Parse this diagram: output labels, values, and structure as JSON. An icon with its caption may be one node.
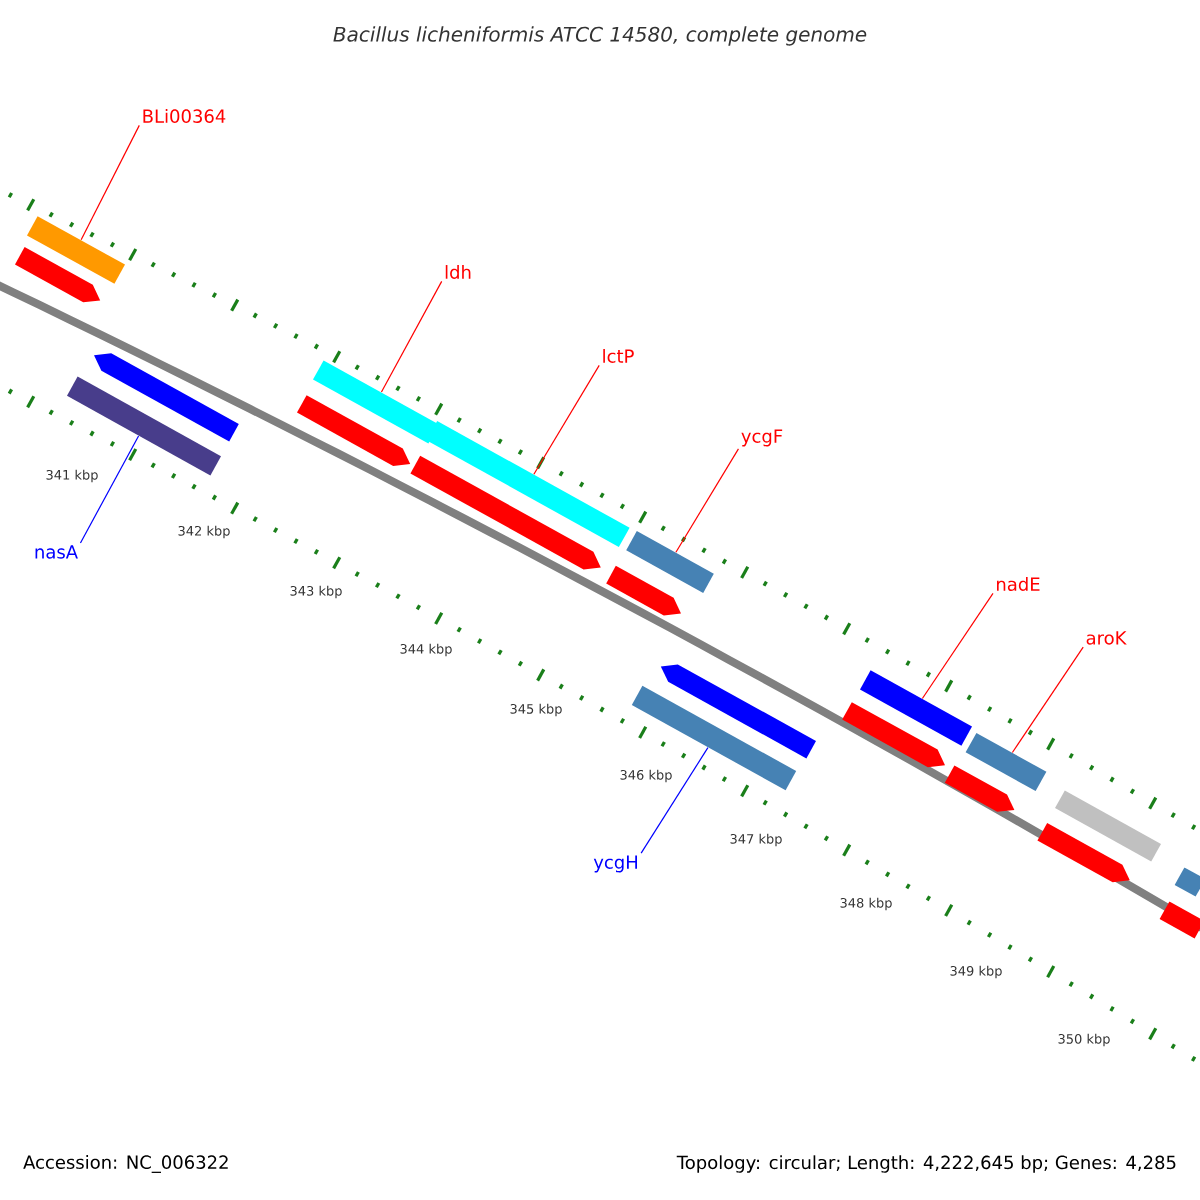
{
  "diagram": {
    "title": "Bacillus licheniformis ATCC 14580, complete genome",
    "nodes": [
      {
        "text": [
          "BLi00364"
        ]
      },
      {
        "text": [
          "ldh"
        ]
      },
      {
        "text": [
          "lctP"
        ]
      },
      {
        "text": [
          "ycgF"
        ]
      },
      {
        "text": [
          "nadE"
        ]
      },
      {
        "text": [
          "aroK"
        ]
      },
      {
        "text": [
          "nasA"
        ]
      },
      {
        "text": [
          "ycgH"
        ]
      },
      {
        "text": [],
        "shape": "bar"
      },
      {
        "text": [],
        "shape": "bar"
      },
      {
        "text": [],
        "shape": "bar"
      },
      {
        "text": [],
        "shape": "bar"
      },
      {
        "text": [],
        "shape": "bar"
      },
      {
        "text": [],
        "shape": "bar"
      },
      {
        "text": [],
        "shape": "bar"
      },
      {
        "text": [],
        "shape": "bar"
      },
      {
        "text": [],
        "shape": "bar"
      },
      {
        "text": [],
        "shape": "bar"
      },
      {
        "text": [],
        "shape": "bar"
      },
      {
        "text": [],
        "shape": "bar"
      },
      {
        "text": [],
        "shape": "bar"
      },
      {
        "text": [],
        "shape": "bar"
      },
      {
        "text": [],
        "shape": "bar"
      },
      {
        "text": [],
        "shape": "bar"
      },
      {
        "text": [],
        "shape": "bar"
      },
      {
        "text": [],
        "shape": "bar"
      },
      {
        "text": [],
        "shape": "bar"
      },
      {
        "text": [],
        "shape": "bar"
      }
    ],
    "edges": [
      {
        "from": 0,
        "to": 8,
        "arrow": "none"
      },
      {
        "from": 1,
        "to": 9,
        "arrow": "none"
      },
      {
        "from": 2,
        "to": 10,
        "arrow": "none"
      },
      {
        "from": 3,
        "to": 11,
        "arrow": "none"
      },
      {
        "from": 4,
        "to": 12,
        "arrow": "none"
      },
      {
        "from": 5,
        "to": 13,
        "arrow": "none"
      },
      {
        "from": 6,
        "to": 14,
        "arrow": "none",
        "color": "#0000ff"
      },
      {
        "from": 7,
        "to": 15,
        "arrow": "none",
        "color": "#0000ff"
      }
    ],
    "labels": [
      "341 kbp",
      "342 kbp",
      "343 kbp",
      "344 kbp",
      "345 kbp",
      "346 kbp",
      "347 kbp",
      "348 kbp",
      "349 kbp",
      "350 kbp",
      "Accession: NC_006322",
      "Topology: circular; Length: 4,222,645 bp; Genes: 4,285"
    ]
  }
}
